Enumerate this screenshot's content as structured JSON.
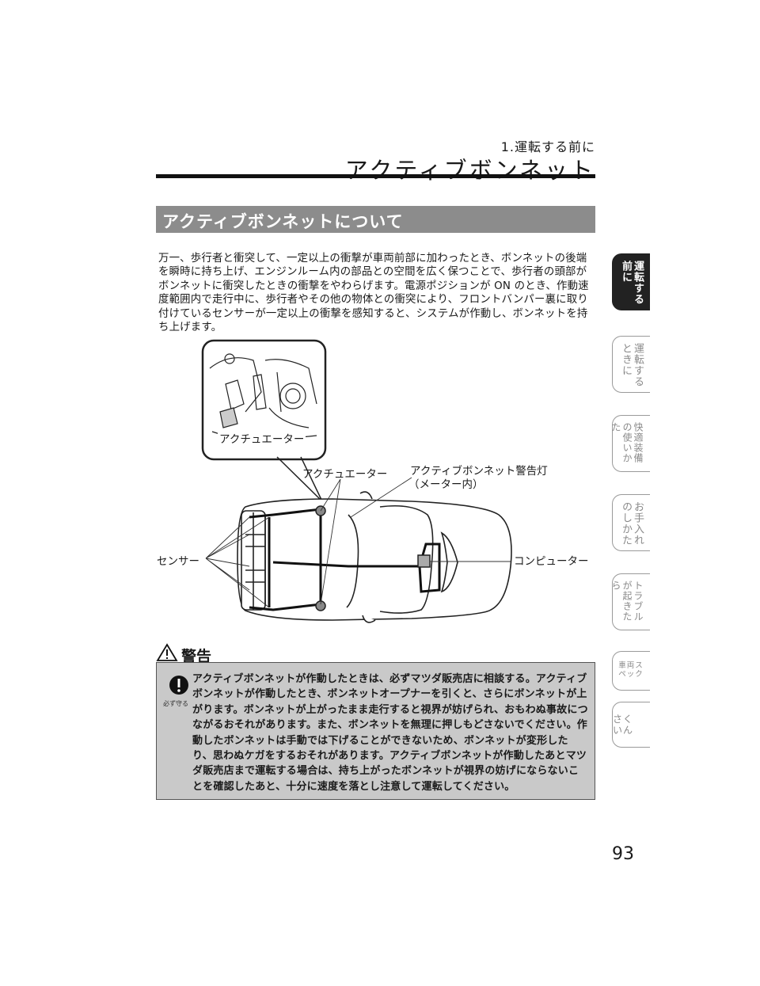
{
  "header": {
    "chapter": "1.運転する前に",
    "title": "アクティブボンネット"
  },
  "section": {
    "title": "アクティブボンネットについて",
    "intro": "万一、歩行者と衝突して、一定以上の衝撃が車両前部に加わったとき、ボンネットの後端を瞬時に持ち上げ、エンジンルーム内の部品との空間を広く保つことで、歩行者の頭部がボンネットに衝突したときの衝撃をやわらげます。電源ポジションが ON のとき、作動速度範囲内で走行中に、歩行者やその他の物体との衝突により、フロントバンパー裏に取り付けているセンサーが一定以上の衝撃を感知すると、システムが作動し、ボンネットを持ち上げます。"
  },
  "diagram": {
    "actuator_inset": "アクチュエーター",
    "actuator": "アクチュエーター",
    "warning_lamp_line1": "アクティブボンネット警告灯",
    "warning_lamp_line2": "（メーター内）",
    "sensor": "センサー",
    "computer": "コンピューター"
  },
  "warning": {
    "heading": "警告",
    "must_label": "必ず守る",
    "text": "アクティブボンネットが作動したときは、必ずマツダ販売店に相談する。アクティブボンネットが作動したとき、ボンネットオープナーを引くと、さらにボンネットが上がります。ボンネットが上がったまま走行すると視界が妨げられ、おもわぬ事故につながるおそれがあります。また、ボンネットを無理に押しもどさないでください。作動したボンネットは手動では下げることができないため、ボンネットが変形したり、思わぬケガをするおそれがあります。アクティブボンネットが作動したあとマツダ販売店まで運転する場合は、持ち上がったボンネットが視界の妨げにならないことを確認したあと、十分に速度を落とし注意して運転してください。"
  },
  "tabs": [
    {
      "label": "運転する前に",
      "active": true
    },
    {
      "label": "運転するときに",
      "active": false
    },
    {
      "label": "快適装備の使いかた",
      "active": false
    },
    {
      "label": "お手入れのしかた",
      "active": false
    },
    {
      "label": "トラブルが起きたら",
      "active": false
    },
    {
      "label": "車両スペック",
      "active": false
    },
    {
      "label": "さくいん",
      "active": false
    }
  ],
  "page_number": "93"
}
